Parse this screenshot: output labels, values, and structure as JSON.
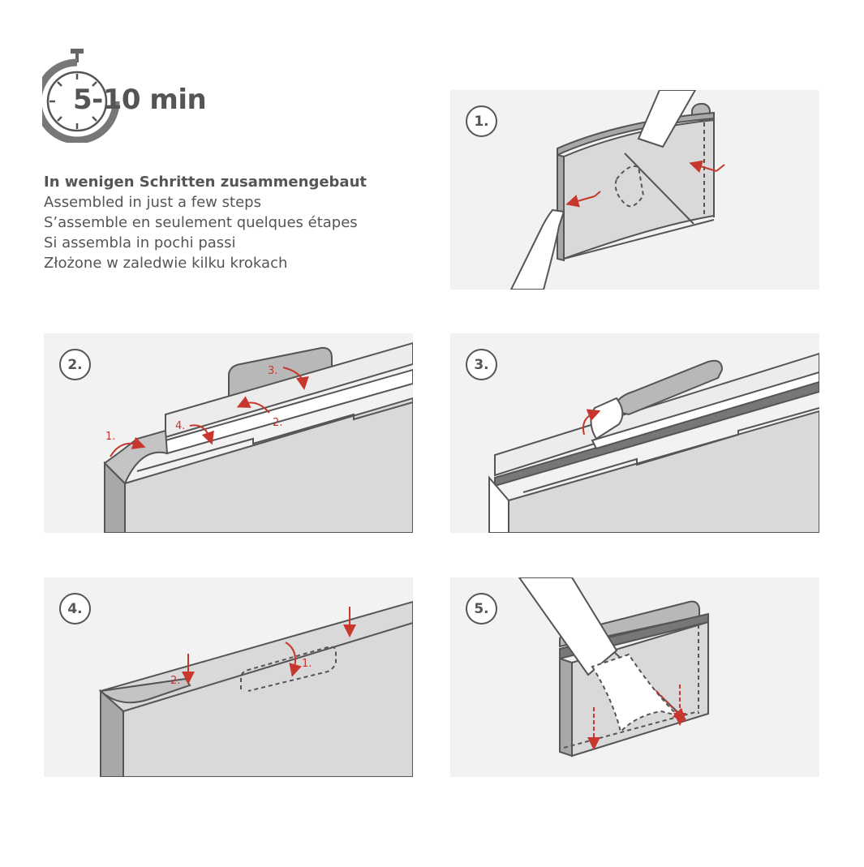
{
  "timer": {
    "label": "5-10 min"
  },
  "intro": {
    "lines": [
      "In wenigen Schritten zusammengebaut",
      "Assembled in just a few steps",
      "S’assemble en seulement quelques étapes",
      "Si assembla in pochi passi",
      "Złożone w zaledwie kilku krokach"
    ]
  },
  "steps": [
    {
      "number": "1."
    },
    {
      "number": "2.",
      "callouts": [
        "1.",
        "2.",
        "3.",
        "4."
      ]
    },
    {
      "number": "3."
    },
    {
      "number": "4.",
      "callouts": [
        "1.",
        "2."
      ]
    },
    {
      "number": "5."
    }
  ],
  "colors": {
    "panel_bg": "#f2f2f2",
    "line": "#555555",
    "board": "#d9d9d9",
    "edge": "#a8a8a8",
    "arrow": "#c8372d"
  }
}
